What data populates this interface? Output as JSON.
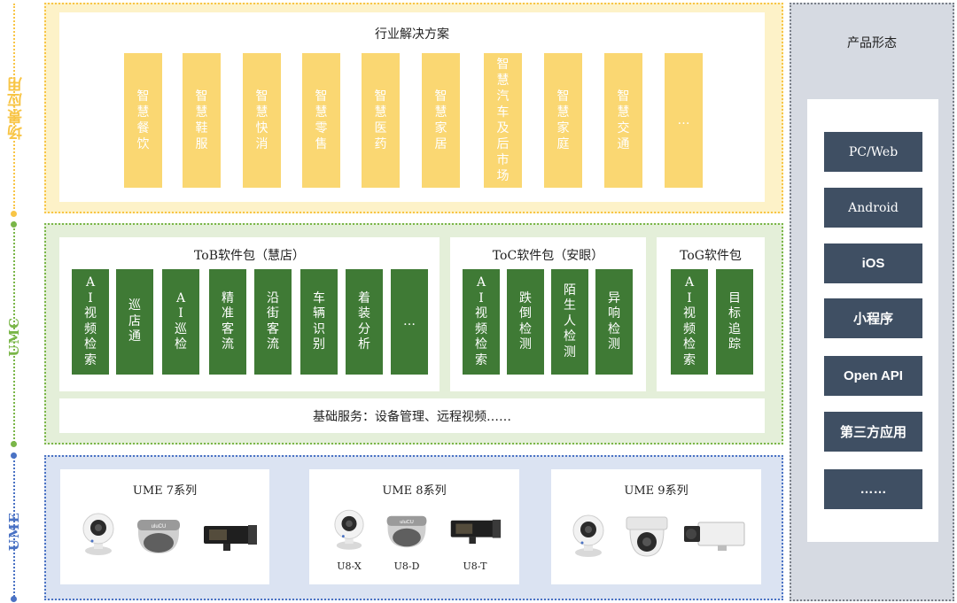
{
  "left_labels": {
    "scene": "场景应用",
    "umc": "UMC",
    "ume": "UME"
  },
  "colors": {
    "yellow": "#f8c546",
    "green": "#7ab648",
    "blue": "#4a72c4",
    "yellow_tile": "#fad772",
    "green_tile": "#3f7a35",
    "navy_tile": "#3f4f63"
  },
  "industry": {
    "title": "行业解决方案",
    "items": [
      "智慧餐饮",
      "智慧鞋服",
      "智慧快消",
      "智慧零售",
      "智慧医药",
      "智慧家居",
      "智慧汽车及后市场",
      "智慧家庭",
      "智慧交通",
      "…"
    ]
  },
  "tob": {
    "title": "ToB软件包（慧店）",
    "items": [
      "AI视频检索",
      "巡店通",
      "AI巡检",
      "精准客流",
      "沿街客流",
      "车辆识别",
      "着装分析",
      "…"
    ]
  },
  "toc": {
    "title": "ToC软件包（安眼）",
    "items": [
      "AI视频检索",
      "跌倒检测",
      "陌生人检测",
      "异响检测"
    ]
  },
  "tog": {
    "title": "ToG软件包",
    "items": [
      "AI视频检索",
      "目标追踪"
    ]
  },
  "base_service": "基础服务：设备管理、远程视频……",
  "ume": {
    "series": [
      {
        "title": "UME 7系列",
        "labels": []
      },
      {
        "title": "UME 8系列",
        "labels": [
          "U8-X",
          "U8-D",
          "U8-T"
        ]
      },
      {
        "title": "UME 9系列",
        "labels": []
      }
    ],
    "dome_brand": "uluCU"
  },
  "product_forms": {
    "title": "产品形态",
    "items": [
      "PC/Web",
      "Android",
      "iOS",
      "小程序",
      "Open API",
      "第三方应用",
      "……"
    ]
  }
}
